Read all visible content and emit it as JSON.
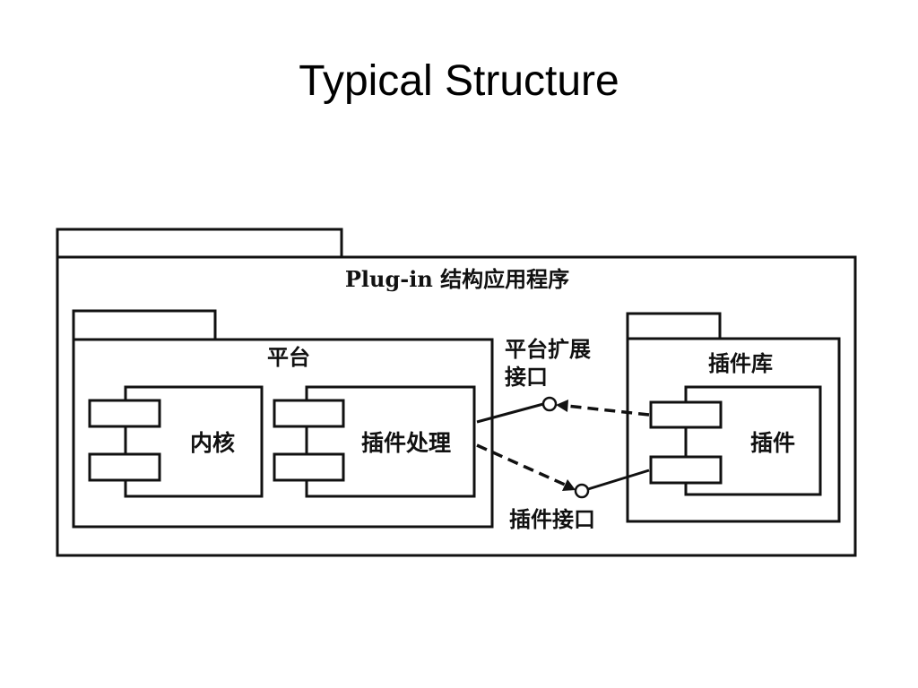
{
  "slide": {
    "title": "Typical Structure"
  },
  "diagram": {
    "application_label": "Plug-in 结构应用程序",
    "platform": {
      "label": "平台",
      "kernel_label": "内核",
      "plugin_handler_label": "插件处理"
    },
    "plugin_library": {
      "label": "插件库",
      "plugin_label": "插件"
    },
    "interfaces": {
      "platform_extension_line1": "平台扩展",
      "platform_extension_line2": "接口",
      "plugin_interface": "插件接口"
    }
  }
}
